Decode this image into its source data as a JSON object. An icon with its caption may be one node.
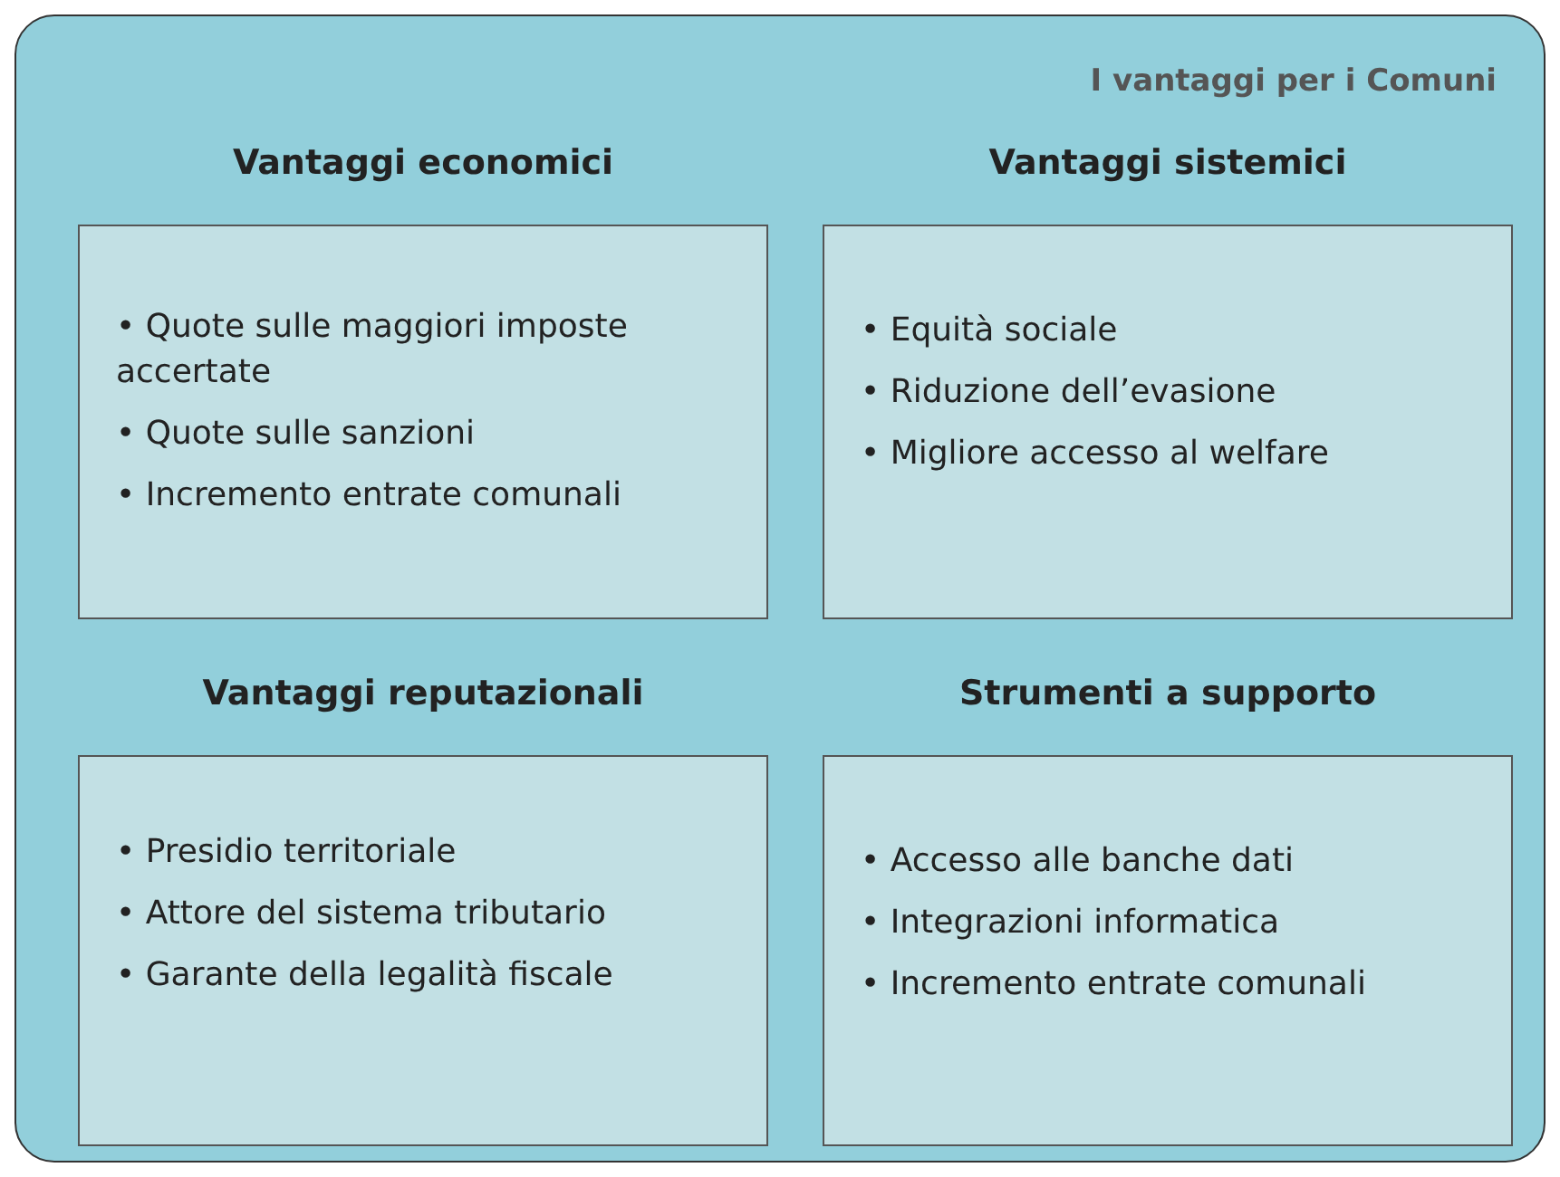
{
  "diagram": {
    "nodes": [
      {
        "text": [
          "I vantaggi per i Comuni"
        ]
      },
      {
        "text": [
          "Vantaggi economici",
          "• Quote sulle maggiori imposte accertate",
          "• Quote sulle sanzioni",
          "• Incremento entrate comunali"
        ],
        "in": 0
      },
      {
        "text": [
          "Vantaggi sistemici",
          "• Equità sociale",
          "• Riduzione dell’evasione",
          "• Migliore accesso al welfare"
        ],
        "in": 0
      },
      {
        "text": [
          "Vantaggi reputazionali",
          "• Presidio territoriale",
          "• Attore del sistema tributario",
          "• Garante della legalità fiscale"
        ],
        "in": 0
      },
      {
        "text": [
          "Strumenti a supporto",
          "• Accesso alle banche dati",
          "• Integrazioni informatica",
          "• Incremento entrate comunali"
        ],
        "in": 0
      }
    ]
  }
}
